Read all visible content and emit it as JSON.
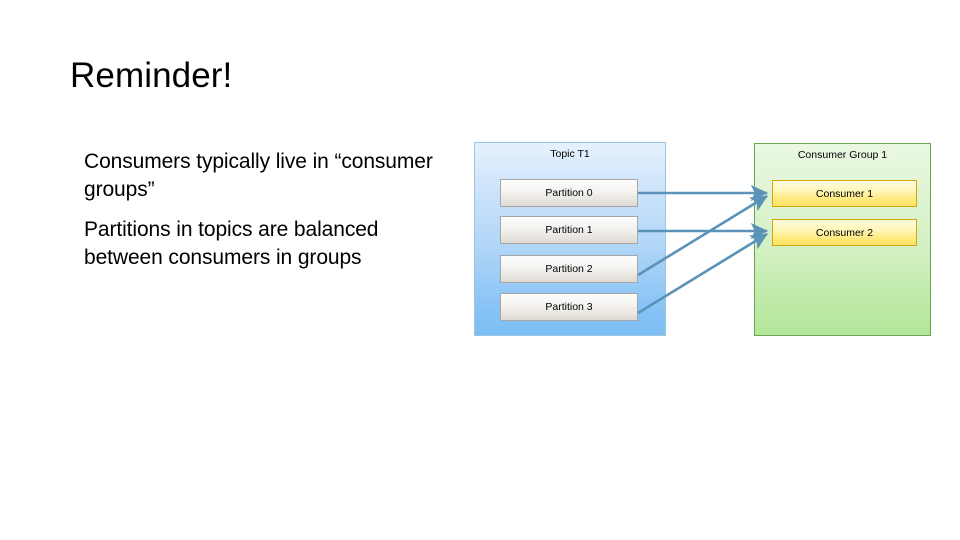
{
  "slide": {
    "title": "Reminder!",
    "bullets": [
      "Consumers typically live in “consumer groups”",
      "Partitions in topics are balanced between consumers in groups"
    ]
  },
  "diagram": {
    "topic": {
      "label": "Topic T1",
      "box_color": "#AFD5F7",
      "border_color": "#9EC5E0",
      "partitions": [
        {
          "label": "Partition 0"
        },
        {
          "label": "Partition 1"
        },
        {
          "label": "Partition 2"
        },
        {
          "label": "Partition 3"
        }
      ]
    },
    "consumer_group": {
      "label": "Consumer Group 1",
      "box_color": "#D2F0C2",
      "border_color": "#6AA84F",
      "consumers": [
        {
          "label": "Consumer 1"
        },
        {
          "label": "Consumer 2"
        }
      ]
    },
    "connections": [
      {
        "from": "Partition 0",
        "to": "Consumer 1"
      },
      {
        "from": "Partition 1",
        "to": "Consumer 2"
      },
      {
        "from": "Partition 2",
        "to": "Consumer 1"
      },
      {
        "from": "Partition 3",
        "to": "Consumer 2"
      }
    ],
    "arrow_color": "#5B92B8"
  }
}
